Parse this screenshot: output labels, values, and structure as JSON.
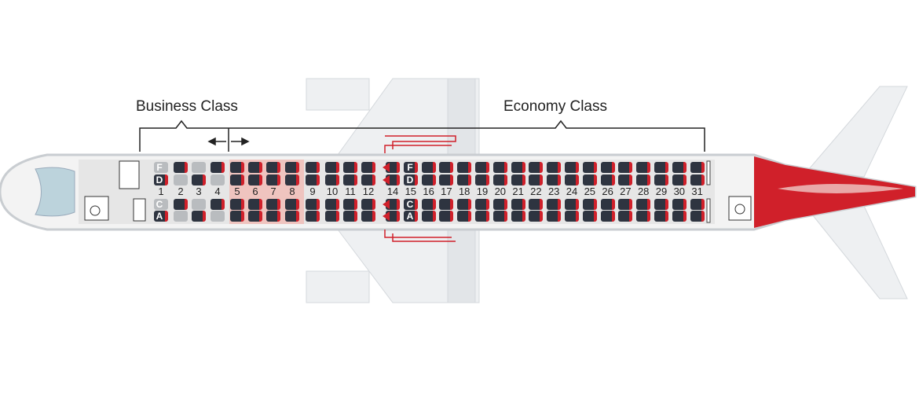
{
  "labels": {
    "business": "Business Class",
    "economy": "Economy Class"
  },
  "colors": {
    "seat": "#2e3440",
    "seat_accent": "#d0202a",
    "empty_seat": "#b9bcbf",
    "curtain_zone": "#efc4bf",
    "tail": "#d0202a"
  },
  "seat_letters": {
    "top_window": "F",
    "top_aisle": "D",
    "bottom_aisle": "C",
    "bottom_window": "A"
  },
  "business_rows": [
    {
      "row": "1",
      "F": false,
      "D": true,
      "C": false,
      "A": true
    },
    {
      "row": "2",
      "F": true,
      "D": false,
      "C": true,
      "A": false
    },
    {
      "row": "3",
      "F": false,
      "D": true,
      "C": false,
      "A": true
    },
    {
      "row": "4",
      "F": true,
      "D": false,
      "C": true,
      "A": false
    }
  ],
  "economy_rows": [
    "5",
    "6",
    "7",
    "8",
    "9",
    "10",
    "11",
    "12",
    "14",
    "15",
    "16",
    "17",
    "18",
    "19",
    "20",
    "21",
    "22",
    "23",
    "24",
    "25",
    "26",
    "27",
    "28",
    "29",
    "30",
    "31"
  ],
  "flexible_rows": [
    "5",
    "6",
    "7",
    "8"
  ],
  "exit_rows": [
    "14"
  ],
  "icons": [
    "divider-arrows-icon",
    "exit-arrow-icon",
    "lavatory-icon",
    "galley-icon"
  ]
}
